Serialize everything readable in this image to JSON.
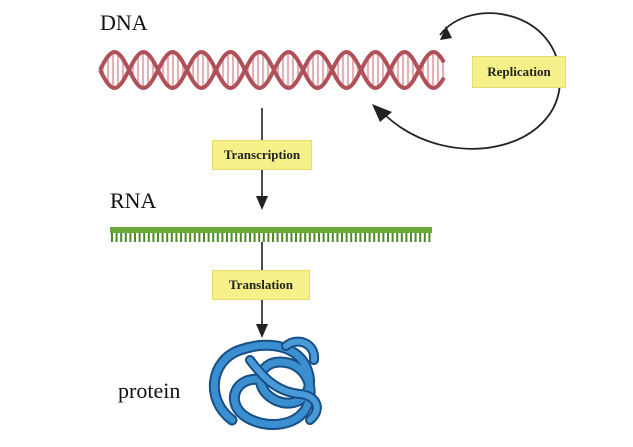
{
  "labels": {
    "dna": "DNA",
    "rna": "RNA",
    "protein": "protein"
  },
  "processes": {
    "replication": "Replication",
    "transcription": "Transcription",
    "translation": "Translation"
  },
  "colors": {
    "dna_strand": "#b05058",
    "dna_rung": "#e3b2b6",
    "rna_backbone": "#6aa83a",
    "rna_bases": "#4e8a26",
    "protein": "#2f7ab8",
    "protein_dark": "#174f86",
    "arrow": "#222222",
    "box_fill": "#f5f08a"
  }
}
